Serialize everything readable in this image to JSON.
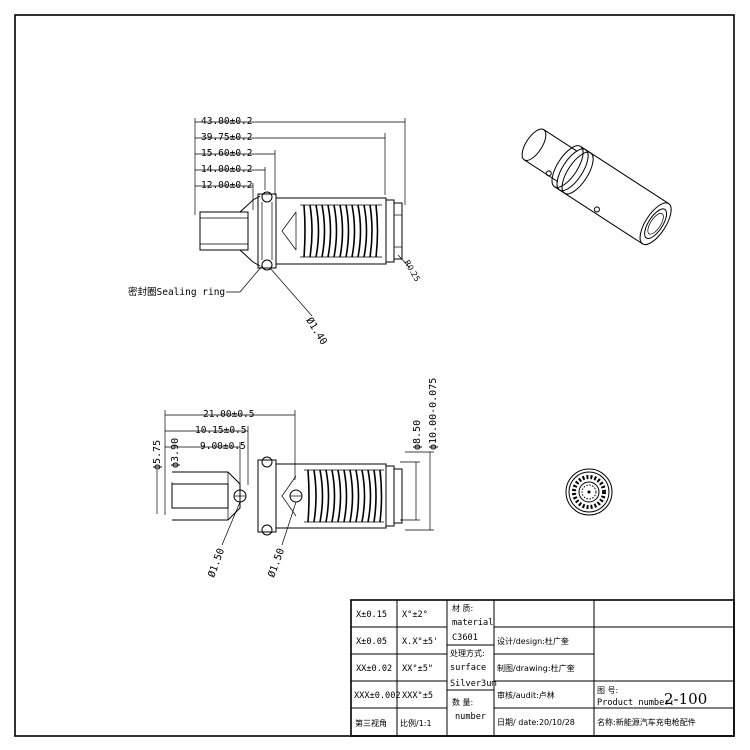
{
  "dims_top": {
    "d43": "43.00±0.2",
    "d3975": "39.75±0.2",
    "d1560": "15.60±0.2",
    "d1400": "14.00±0.2",
    "d1200": "12.00±0.2",
    "phi140": "Ø1.40",
    "sealing": "密封圈Sealing ring",
    "chamfer": "R0.25"
  },
  "dims_bottom": {
    "d2100": "21.00±0.5",
    "d1015": "10.15±0.5",
    "d900": "9.00±0.5",
    "phi575": "ϕ5.75",
    "phi390": "ϕ3.90",
    "phi850": "ϕ8.50",
    "phi1000": "ϕ10.00-0.075",
    "phi150a": "Ø1.50",
    "phi150b": "Ø1.50"
  },
  "title_block": {
    "tol": [
      {
        "a": "X±0.15",
        "b": "X°±2°"
      },
      {
        "a": "X±0.05",
        "b": "X.X°±5'"
      },
      {
        "a": "XX±0.02",
        "b": "XX°±5\""
      },
      {
        "a": "XXX±0.002",
        "b": "XXX°±5"
      }
    ],
    "projection": "第三视角",
    "scale": "比例/1:1",
    "material_label": "材  质:",
    "material_en": "material",
    "material_val": "C3601",
    "surface_label": "处理方式:",
    "surface_en": "surface",
    "surface_val": "Silver3um",
    "qty_label": "数   量:",
    "qty_en": "number",
    "design": "设计/design:杜广奎",
    "drawing": "制图/drawing:杜广奎",
    "audit": "审核/audit:卢林",
    "date": "日期/ date:20/10/28",
    "pn_label": "图    号:",
    "pn_en": "Product number:",
    "pn_val": "2-100",
    "name": "名称:新能源汽车充电枪配件"
  }
}
